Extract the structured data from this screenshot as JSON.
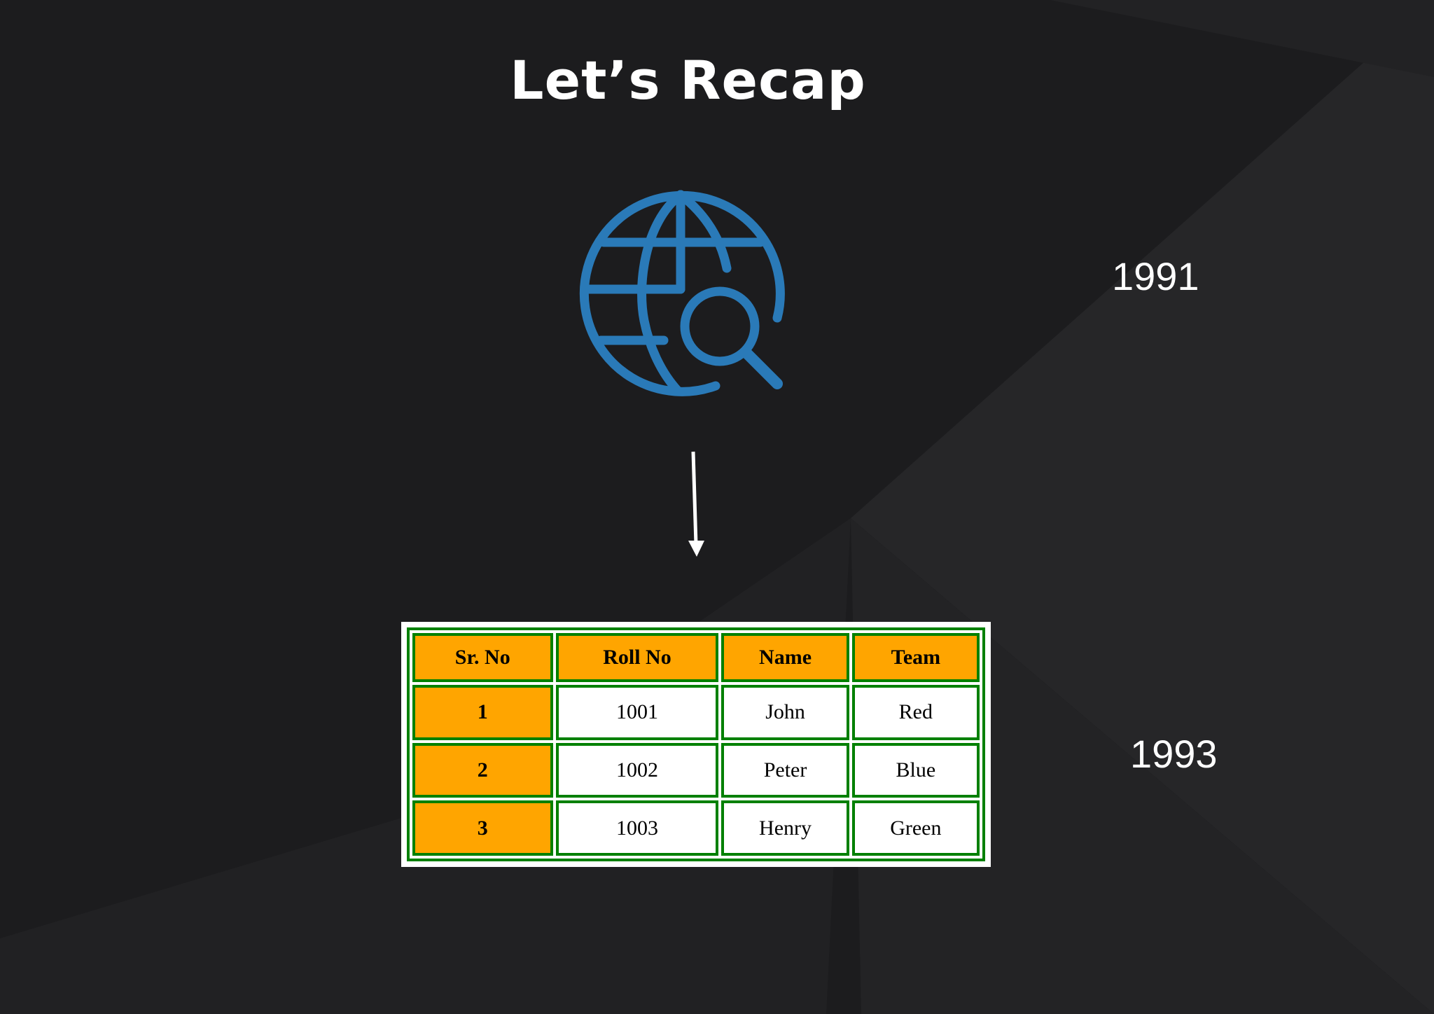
{
  "slide": {
    "title": "Let’s Recap",
    "icon": "globe-search-icon",
    "arrow": "arrow-down-icon",
    "years": [
      "1991",
      "1993"
    ]
  },
  "colors": {
    "background": "#1c1c1e",
    "icon_blue": "#2a7ab8",
    "table_border": "#008000",
    "header_fill": "#ffa500"
  },
  "table": {
    "headers": [
      "Sr. No",
      "Roll No",
      "Name",
      "Team"
    ],
    "rows": [
      [
        "1",
        "1001",
        "John",
        "Red"
      ],
      [
        "2",
        "1002",
        "Peter",
        "Blue"
      ],
      [
        "3",
        "1003",
        "Henry",
        "Green"
      ]
    ]
  }
}
